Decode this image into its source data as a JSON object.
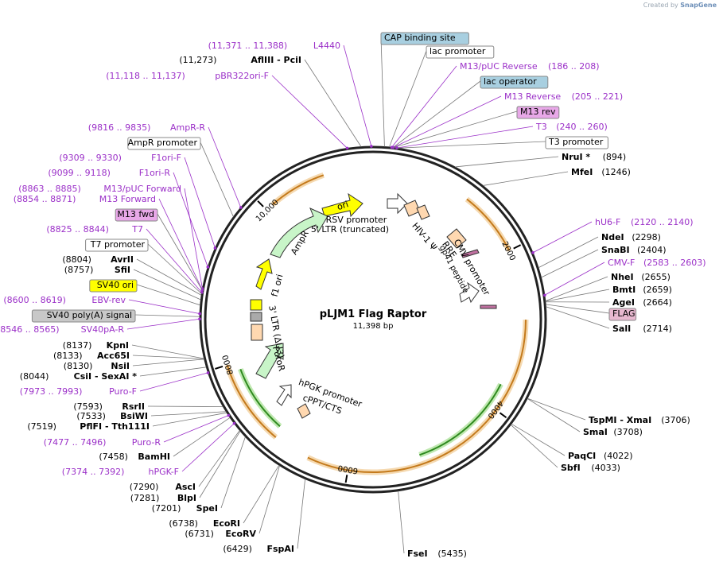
{
  "credit": {
    "prefix": "Created by",
    "brand": "SnapGene"
  },
  "plasmid": {
    "name": "pLJM1 Flag Raptor",
    "size": "11,398 bp",
    "length": 11398
  },
  "colors": {
    "enzyme": "#000000",
    "primer": "#9b30c8",
    "feature_grey": "#555555",
    "orange": "#e9a050",
    "green": "#3c9a2a",
    "yellow": "#ffff00",
    "pale_green": "#c8f5c8",
    "peach": "#ffd8b0",
    "label_blue": "#a8cfe0",
    "label_pink": "#e8a8c8",
    "label_grey": "#c8c8c8"
  },
  "ticks": [
    "2000",
    "4000",
    "6000",
    "8000",
    "10,000"
  ],
  "right_labels": [
    {
      "name": "CAP binding site",
      "range": "",
      "kind": "box",
      "color": "#a8cfe0"
    },
    {
      "name": "lac promoter",
      "range": "",
      "kind": "box",
      "color": "#ffffff"
    },
    {
      "name": "M13/pUC Reverse",
      "range": "(186 .. 208)",
      "kind": "primer"
    },
    {
      "name": "lac operator",
      "range": "",
      "kind": "box",
      "color": "#a8cfe0"
    },
    {
      "name": "M13 Reverse",
      "range": "(205 .. 221)",
      "kind": "primer"
    },
    {
      "name": "M13 rev",
      "range": "",
      "kind": "box",
      "color": "#e8a8e8"
    },
    {
      "name": "T3",
      "range": "(240 .. 260)",
      "kind": "primer"
    },
    {
      "name": "T3 promoter",
      "range": "",
      "kind": "box",
      "color": "#ffffff"
    },
    {
      "name": "NruI *",
      "range": "(894)",
      "kind": "enzyme"
    },
    {
      "name": "MfeI",
      "range": "(1246)",
      "kind": "enzyme"
    },
    {
      "name": "hU6-F",
      "range": "(2120 .. 2140)",
      "kind": "primer"
    },
    {
      "name": "NdeI",
      "range": "(2298)",
      "kind": "enzyme"
    },
    {
      "name": "SnaBI",
      "range": "(2404)",
      "kind": "enzyme"
    },
    {
      "name": "CMV-F",
      "range": "(2583 .. 2603)",
      "kind": "primer"
    },
    {
      "name": "NheI",
      "range": "(2655)",
      "kind": "enzyme"
    },
    {
      "name": "BmtI",
      "range": "(2659)",
      "kind": "enzyme"
    },
    {
      "name": "AgeI",
      "range": "(2664)",
      "kind": "enzyme"
    },
    {
      "name": "FLAG",
      "range": "",
      "kind": "box",
      "color": "#e8b8d0"
    },
    {
      "name": "SalI",
      "range": "(2714)",
      "kind": "enzyme"
    },
    {
      "name": "TspMI - XmaI",
      "range": "(3706)",
      "kind": "enzyme"
    },
    {
      "name": "SmaI",
      "range": "(3708)",
      "kind": "enzyme"
    },
    {
      "name": "PaqCI",
      "range": "(4022)",
      "kind": "enzyme"
    },
    {
      "name": "SbfI",
      "range": "(4033)",
      "kind": "enzyme"
    },
    {
      "name": "FseI",
      "range": "(5435)",
      "kind": "enzyme"
    }
  ],
  "left_labels": [
    {
      "name": "L4440",
      "range": "(11,371 .. 11,388)",
      "kind": "primer"
    },
    {
      "name": "AflIII - PciI",
      "range": "(11,273)",
      "kind": "enzyme"
    },
    {
      "name": "pBR322ori-F",
      "range": "(11,118 .. 11,137)",
      "kind": "primer"
    },
    {
      "name": "AmpR-R",
      "range": "(9816 .. 9835)",
      "kind": "primer"
    },
    {
      "name": "AmpR promoter",
      "range": "",
      "kind": "box",
      "color": "#ffffff"
    },
    {
      "name": "F1ori-F",
      "range": "(9309 .. 9330)",
      "kind": "primer"
    },
    {
      "name": "F1ori-R",
      "range": "(9099 .. 9118)",
      "kind": "primer"
    },
    {
      "name": "M13/pUC Forward",
      "range": "(8863 .. 8885)",
      "kind": "primer"
    },
    {
      "name": "M13 Forward",
      "range": "(8854 .. 8871)",
      "kind": "primer"
    },
    {
      "name": "M13 fwd",
      "range": "",
      "kind": "box",
      "color": "#e8a8e8"
    },
    {
      "name": "T7",
      "range": "(8825 .. 8844)",
      "kind": "primer"
    },
    {
      "name": "T7 promoter",
      "range": "",
      "kind": "box",
      "color": "#ffffff"
    },
    {
      "name": "AvrII",
      "range": "(8804)",
      "kind": "enzyme"
    },
    {
      "name": "SfiI",
      "range": "(8757)",
      "kind": "enzyme"
    },
    {
      "name": "SV40 ori",
      "range": "",
      "kind": "box",
      "color": "#ffff00"
    },
    {
      "name": "EBV-rev",
      "range": "(8600 .. 8619)",
      "kind": "primer"
    },
    {
      "name": "SV40 poly(A) signal",
      "range": "",
      "kind": "box",
      "color": "#c8c8c8"
    },
    {
      "name": "SV40pA-R",
      "range": "(8546 .. 8565)",
      "kind": "primer"
    },
    {
      "name": "KpnI",
      "range": "(8137)",
      "kind": "enzyme"
    },
    {
      "name": "Acc65I",
      "range": "(8133)",
      "kind": "enzyme"
    },
    {
      "name": "NsiI",
      "range": "(8130)",
      "kind": "enzyme"
    },
    {
      "name": "CsiI - SexAI *",
      "range": "(8044)",
      "kind": "enzyme"
    },
    {
      "name": "Puro-F",
      "range": "(7973 .. 7993)",
      "kind": "primer"
    },
    {
      "name": "RsrII",
      "range": "(7593)",
      "kind": "enzyme"
    },
    {
      "name": "BsiWI",
      "range": "(7533)",
      "kind": "enzyme"
    },
    {
      "name": "PflFI - Tth111I",
      "range": "(7519)",
      "kind": "enzyme"
    },
    {
      "name": "Puro-R",
      "range": "(7477 .. 7496)",
      "kind": "primer"
    },
    {
      "name": "BamHI",
      "range": "(7458)",
      "kind": "enzyme"
    },
    {
      "name": "hPGK-F",
      "range": "(7374 .. 7392)",
      "kind": "primer"
    },
    {
      "name": "AscI",
      "range": "(7290)",
      "kind": "enzyme"
    },
    {
      "name": "BlpI",
      "range": "(7281)",
      "kind": "enzyme"
    },
    {
      "name": "SpeI",
      "range": "(7201)",
      "kind": "enzyme"
    },
    {
      "name": "EcoRI",
      "range": "(6738)",
      "kind": "enzyme"
    },
    {
      "name": "EcoRV",
      "range": "(6731)",
      "kind": "enzyme"
    },
    {
      "name": "FspAI",
      "range": "(6429)",
      "kind": "enzyme"
    }
  ],
  "inner_labels": [
    "ori",
    "RSV promoter",
    "5' LTR (truncated)",
    "HIV-1 Ψ",
    "RRE",
    "CMV promoter",
    "gp41 peptide",
    "AmpR",
    "f1 ori",
    "3' LTR (ΔU3)",
    "PuroR",
    "hPGK promoter",
    "cPPT/CTS"
  ]
}
